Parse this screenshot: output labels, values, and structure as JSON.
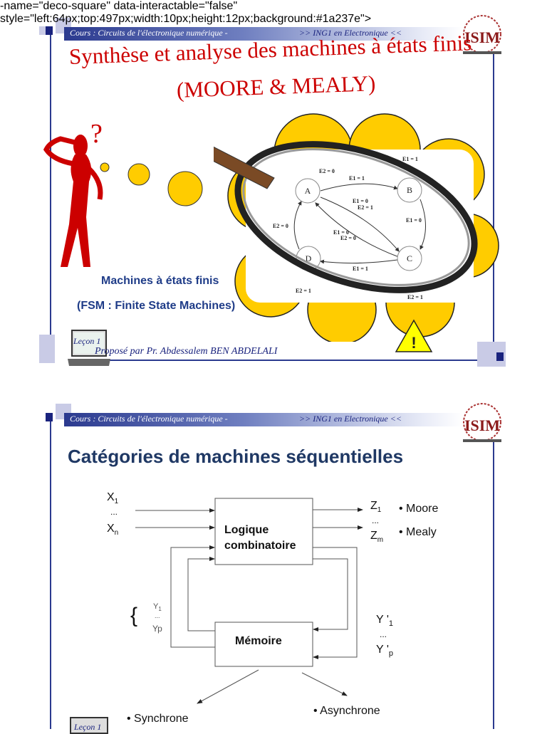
{
  "header": {
    "course": "Cours : Circuits de l'électronique numérique -",
    "program": ">> ING1 en Electronique <<",
    "logo_text": "ISIM"
  },
  "slide1": {
    "title_line1": "Synthèse et analyse des machines à états finis",
    "title_line2": "(MOORE & MEALY)",
    "subtitle1": "Machines à états finis",
    "subtitle2": "(FSM : Finite State Machines)",
    "question_mark": "?",
    "warning": "!",
    "fsm": {
      "states": [
        "A",
        "B",
        "C",
        "D"
      ],
      "labels": [
        "E1 = 1",
        "E2 = 0",
        "E1 = 1",
        "E1 = 0",
        "E2 = 1",
        "E1 = 0",
        "E2 = 0",
        "E1 = 0",
        "E2 = 0",
        "E1 = 1",
        "E2 = 1",
        "E2 = 1"
      ]
    },
    "footer": {
      "lesson": "Leçon 1",
      "author": "Proposé par Pr. Abdessalem BEN ABDELALI"
    }
  },
  "slide2": {
    "title": "Catégories de machines séquentielles",
    "inputs": {
      "x1": "X",
      "x1_sub": "1",
      "dots": "...",
      "xn": "X",
      "xn_sub": "n"
    },
    "outputs": {
      "z1": "Z",
      "z1_sub": "1",
      "dots": "...",
      "zm": "Z",
      "zm_sub": "m"
    },
    "types": {
      "moore": "• Moore",
      "mealy": "• Mealy"
    },
    "logic_block": [
      "Logique",
      "combinatoire"
    ],
    "memory_block": "Mémoire",
    "state_vars": {
      "brace": "{",
      "y1": "Y",
      "y1_sub": "1",
      "dots": "...",
      "yp": "Yp"
    },
    "next_state": {
      "y1": "Y '",
      "y1_sub": "1",
      "dots": "...",
      "yp": "Y '",
      "yp_sub": "p"
    },
    "memory_types": {
      "sync": "• Synchrone",
      "async": "• Asynchrone"
    },
    "footer": {
      "lesson": "Leçon 1"
    }
  },
  "colors": {
    "title_red": "#cc0000",
    "navy": "#1f3864",
    "header_blue": "#2b3a8f",
    "cloud": "#ffcc00",
    "warning": "#ffff00"
  }
}
